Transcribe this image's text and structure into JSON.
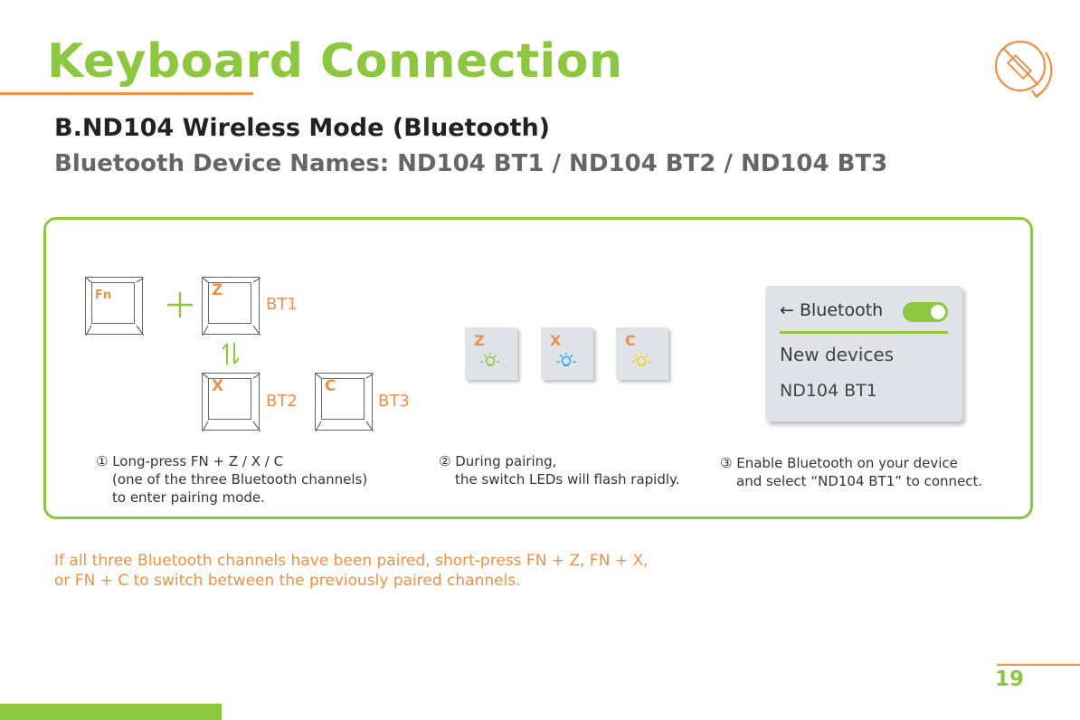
{
  "header": {
    "title": "Keyboard Connection",
    "subtitle": "B.ND104 Wireless Mode (Bluetooth)",
    "device_names": "Bluetooth Device Names: ND104 BT1 / ND104 BT2 / ND104 BT3"
  },
  "icons": {
    "header_deco": "crossed-wire-rotate-icon",
    "plus": "plus-icon",
    "swap": "swap-arrows-icon",
    "led": "flashing-led-icon",
    "back": "arrow-left-icon"
  },
  "step1": {
    "keys": {
      "fn": "Fn",
      "z": "Z",
      "x": "X",
      "c": "C"
    },
    "labels": {
      "bt1": "BT1",
      "bt2": "BT2",
      "bt3": "BT3"
    },
    "text": {
      "line1": "① Long-press FN + Z / X / C",
      "line2": "(one of the three Bluetooth channels)",
      "line3": "to enter pairing mode."
    }
  },
  "step2": {
    "keys": {
      "z": "Z",
      "x": "X",
      "c": "C"
    },
    "led_colors": {
      "z": "#8dc63f",
      "x": "#29a8e0",
      "c": "#f2d21b"
    },
    "text": {
      "line1": "② During pairing,",
      "line2": "the switch LEDs will flash rapidly."
    }
  },
  "step3": {
    "card": {
      "header": "Bluetooth",
      "section": "New devices",
      "device": "ND104 BT1",
      "toggle_on": true
    },
    "text": {
      "line1": "③ Enable Bluetooth on your device",
      "line2": "and select “ND104 BT1” to connect."
    }
  },
  "note": {
    "line1": "If all three Bluetooth channels have been paired, short-press FN + Z, FN + X,",
    "line2": "or FN + C to switch between the previously paired channels."
  },
  "footer": {
    "page_number": "19"
  },
  "colors": {
    "green": "#8dc63f",
    "orange": "#e8914a",
    "card": "#dfe2e6"
  }
}
